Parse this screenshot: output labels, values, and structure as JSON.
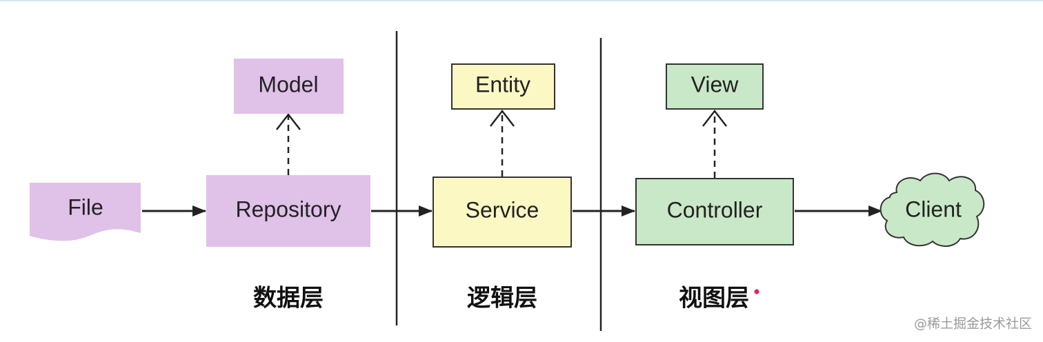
{
  "nodes": {
    "file": {
      "label": "File",
      "fill": "#e0c1e8"
    },
    "repository": {
      "label": "Repository",
      "fill": "#e0c1e8"
    },
    "model": {
      "label": "Model",
      "fill": "#e0c1e8"
    },
    "service": {
      "label": "Service",
      "fill": "#fbf8c4"
    },
    "entity": {
      "label": "Entity",
      "fill": "#fbf8c4"
    },
    "controller": {
      "label": "Controller",
      "fill": "#c9e8c7"
    },
    "view": {
      "label": "View",
      "fill": "#c9e8c7"
    },
    "client": {
      "label": "Client",
      "fill": "#c9e8c7"
    }
  },
  "layers": {
    "data": "数据层",
    "logic": "逻辑层",
    "view": "视图层"
  },
  "edges": [
    {
      "from": "File",
      "to": "Repository",
      "style": "solid"
    },
    {
      "from": "Repository",
      "to": "Service",
      "style": "solid"
    },
    {
      "from": "Service",
      "to": "Controller",
      "style": "solid"
    },
    {
      "from": "Controller",
      "to": "Client",
      "style": "solid"
    },
    {
      "from": "Repository",
      "to": "Model",
      "style": "dashed"
    },
    {
      "from": "Service",
      "to": "Entity",
      "style": "dashed"
    },
    {
      "from": "Controller",
      "to": "View",
      "style": "dashed"
    }
  ],
  "watermark": "@稀土掘金技术社区",
  "colors": {
    "data_layer": "#e0c1e8",
    "logic_layer": "#fbf8c4",
    "view_layer": "#c9e8c7",
    "stroke": "#222222",
    "accent_dot": "#e0245e"
  }
}
